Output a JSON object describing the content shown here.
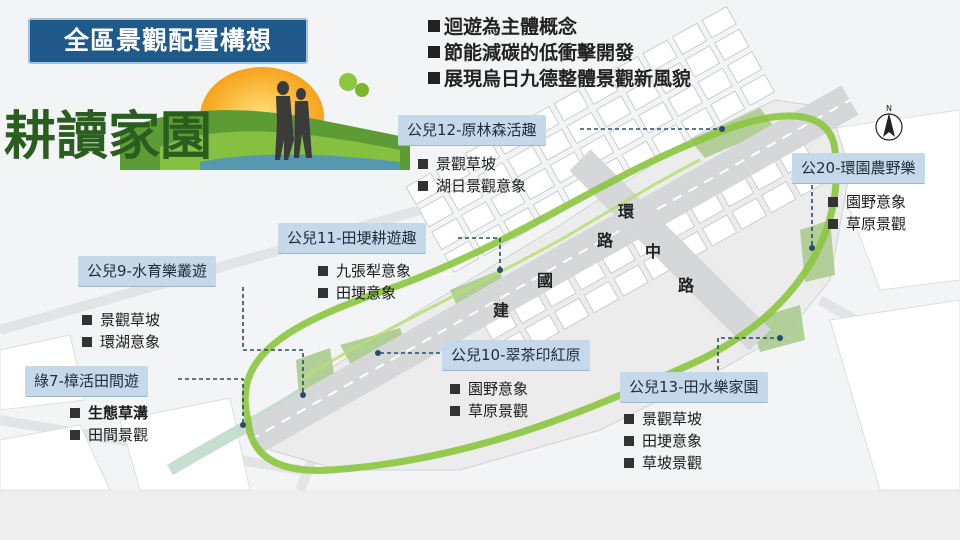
{
  "title": "全區景觀配置構想",
  "logo_text": "耕讀家園",
  "concepts": [
    "迴遊為主體概念",
    "節能減碳的低衝擊開發",
    "展現烏日九德整體景觀新風貌"
  ],
  "road_name_chars": [
    "建",
    "國",
    "路",
    "中",
    "環"
  ],
  "north_label": "N",
  "parks": [
    {
      "id": "park12",
      "label": "公兒12-原林森活趣",
      "items": [
        "景觀草坡",
        "湖日景觀意象"
      ]
    },
    {
      "id": "park20",
      "label": "公20-環園農野樂",
      "items": [
        "園野意象",
        "草原景觀"
      ]
    },
    {
      "id": "park11",
      "label": "公兒11-田埂耕遊趣",
      "items": [
        "九張犁意象",
        "田埂意象"
      ]
    },
    {
      "id": "park9",
      "label": "公兒9-水育樂叢遊",
      "items": [
        "景觀草坡",
        "環湖意象"
      ]
    },
    {
      "id": "park10",
      "label": "公兒10-翠茶印紅原",
      "items": [
        "園野意象",
        "草原景觀"
      ]
    },
    {
      "id": "green7",
      "label": "綠7-樟活田間遊",
      "items": [
        "生態草溝",
        "田間景觀"
      ]
    },
    {
      "id": "park13",
      "label": "公兒13-田水樂家園",
      "items": [
        "景觀草坡",
        "田埂意象",
        "草坡景觀"
      ]
    }
  ],
  "colors": {
    "title_bg": "#1f5a8a",
    "callout_bg": "#c6d9ea",
    "loop_green": "#8cc63f",
    "road": "#d9d9d9",
    "block": "#ffffff"
  }
}
